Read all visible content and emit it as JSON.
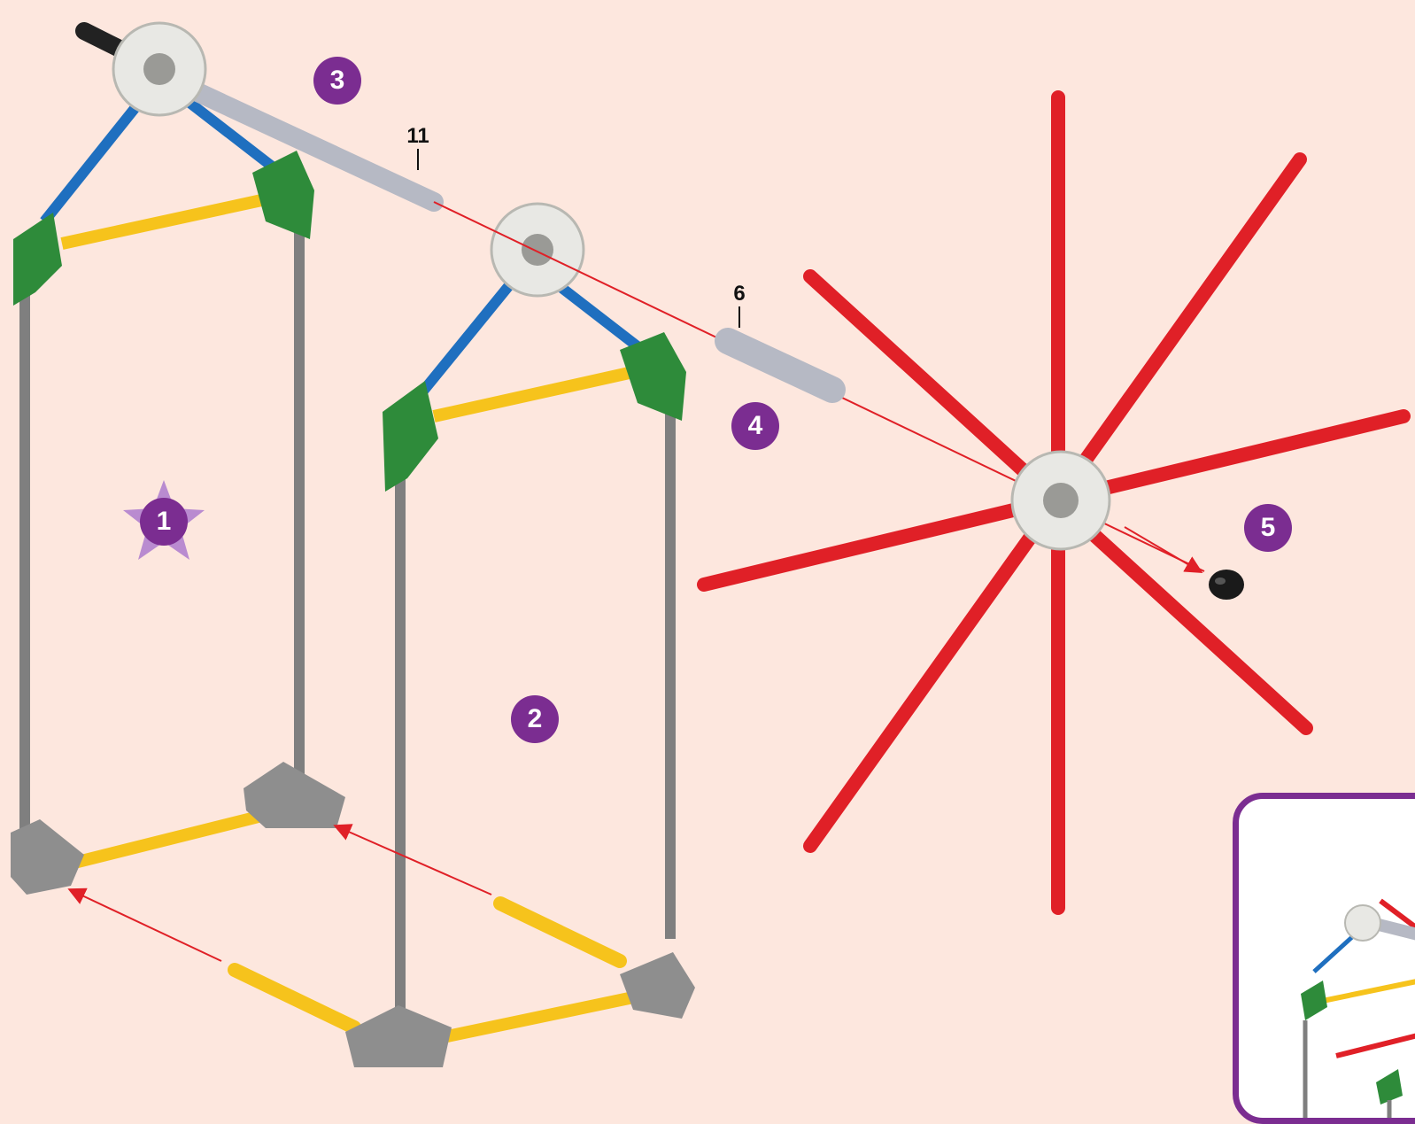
{
  "steps": {
    "step1": "1",
    "step2": "2",
    "step3": "3",
    "step4": "4",
    "step5": "5"
  },
  "rod_labels": {
    "rod_11": "11",
    "rod_6": "6"
  },
  "colors": {
    "background": "#fde7de",
    "badge": "#7b2d91",
    "grey_rod": "#8a8a8a",
    "yellow_rod": "#f6c31c",
    "blue_rod": "#1f6fbf",
    "red_rod": "#e02027",
    "green_connector": "#2e8b3a",
    "white_connector": "#e8e8e4",
    "arrow": "#e02027"
  }
}
